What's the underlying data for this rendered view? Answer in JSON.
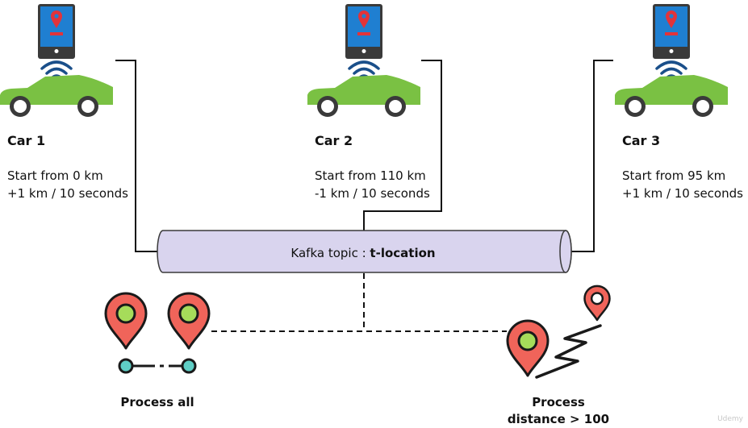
{
  "cars": [
    {
      "title": "Car 1",
      "start": "Start from 0 km",
      "rate": "+1 km / 10 seconds"
    },
    {
      "title": "Car 2",
      "start": "Start from 110 km",
      "rate": "-1 km / 10 seconds"
    },
    {
      "title": "Car 3",
      "start": "Start from 95 km",
      "rate": "+1 km / 10 seconds"
    }
  ],
  "topic": {
    "prefix": "Kafka topic : ",
    "name": "t-location"
  },
  "processors": [
    {
      "label": "Process all"
    },
    {
      "label_line1": "Process",
      "label_line2": "distance > 100"
    }
  ],
  "watermark": "Udemy",
  "colors": {
    "car_body": "#7ac143",
    "phone_screen": "#1f7fd1",
    "pin": "#f0645a",
    "pin_center": "#a6dc5a",
    "node": "#5fcfc6",
    "topic_fill": "#d9d4ee",
    "line": "#111111"
  }
}
